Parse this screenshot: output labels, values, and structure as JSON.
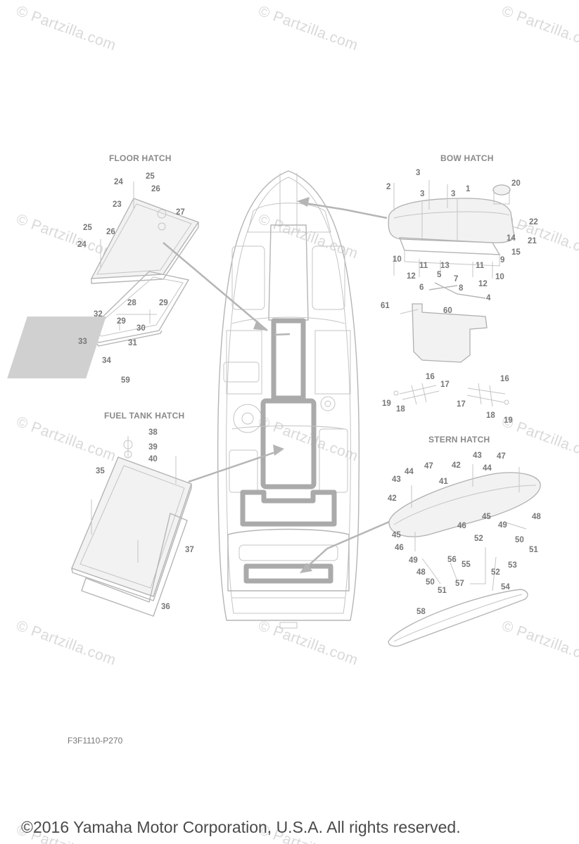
{
  "watermark": "© Partzilla.com",
  "sections": {
    "floor_hatch": "FLOOR HATCH",
    "bow_hatch": "BOW HATCH",
    "fuel_tank_hatch": "FUEL TANK HATCH",
    "stern_hatch": "STERN HATCH"
  },
  "callouts": {
    "floor": [
      "24",
      "25",
      "26",
      "23",
      "27",
      "25",
      "26",
      "24",
      "28",
      "29",
      "32",
      "29",
      "30",
      "33",
      "31",
      "34",
      "59"
    ],
    "bow": [
      "3",
      "2",
      "3",
      "3",
      "1",
      "20",
      "22",
      "14",
      "21",
      "15",
      "9",
      "10",
      "11",
      "13",
      "11",
      "10",
      "12",
      "5",
      "7",
      "12",
      "6",
      "8",
      "4",
      "61",
      "60"
    ],
    "mid": [
      "16",
      "17",
      "19",
      "18",
      "16",
      "17",
      "18",
      "19"
    ],
    "fuel": [
      "38",
      "39",
      "40",
      "35",
      "37",
      "36"
    ],
    "stern": [
      "42",
      "43",
      "44",
      "47",
      "47",
      "43",
      "44",
      "41",
      "42",
      "46",
      "45",
      "45",
      "49",
      "48",
      "46",
      "50",
      "51",
      "52",
      "53",
      "49",
      "56",
      "55",
      "48",
      "52",
      "50",
      "51",
      "57",
      "54",
      "58"
    ]
  },
  "diagram_code": "F3F1110-P270",
  "copyright": "©2016 Yamaha Motor Corporation, U.S.A. All rights reserved."
}
